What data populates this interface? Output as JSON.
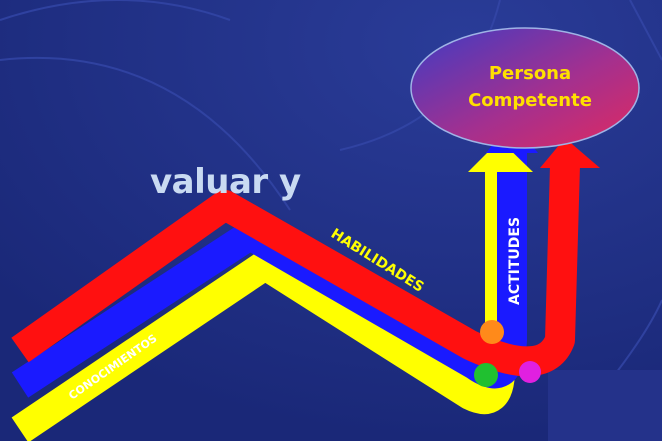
{
  "slide": {
    "title_fragment": "valuar y"
  },
  "diagram": {
    "goal_line1": "Persona",
    "goal_line2": "Competente",
    "bands": [
      {
        "label": "HABILIDADES",
        "color": "#ff1010"
      },
      {
        "label": "ACTITUDES",
        "color": "#1a1aff"
      },
      {
        "label": "CONOCIMIENTOS",
        "color": "#ffff00"
      }
    ],
    "colors": {
      "background": "#1f2f86",
      "goal_gradient_start": "#4a3fc0",
      "goal_gradient_end": "#d02a70",
      "goal_text": "#ffe000",
      "title_text": "#c9daf2"
    }
  }
}
